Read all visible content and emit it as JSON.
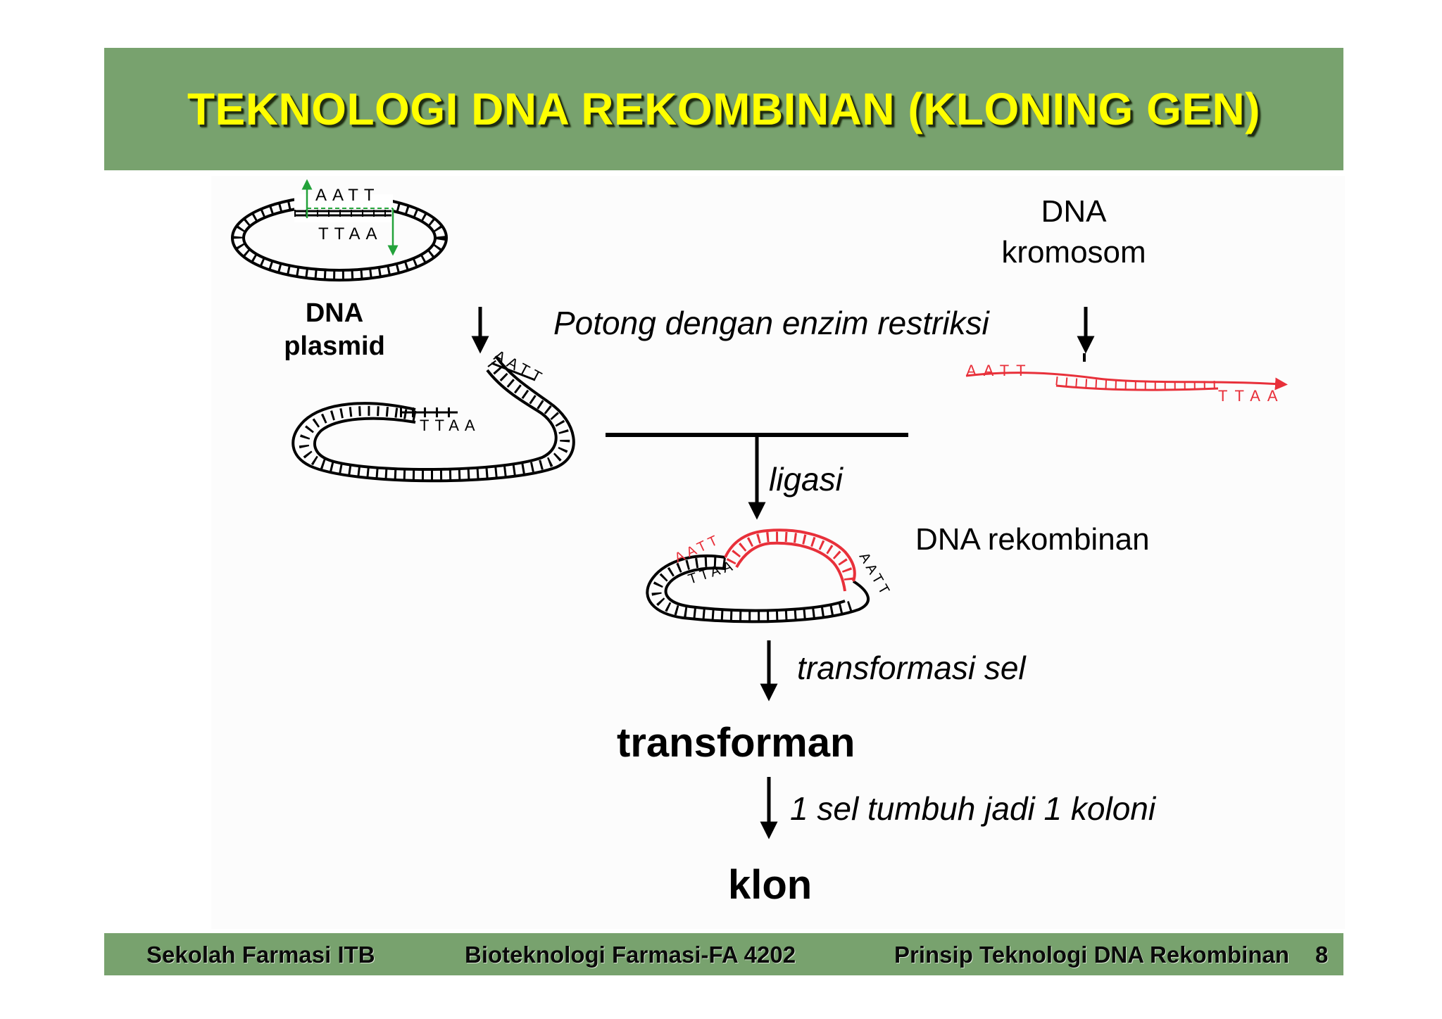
{
  "header": {
    "title": "TEKNOLOGI DNA REKOMBINAN (KLONING GEN)"
  },
  "colors": {
    "header_bg": "#78a26e",
    "title_text": "#ffff00",
    "chromosome_dna": "#e8303a",
    "marker_green": "#23a23a"
  },
  "diagram": {
    "plasmid_label": {
      "line1": "DNA",
      "line2": "plasmid"
    },
    "chromosome_label": {
      "line1": "DNA",
      "line2": "kromosom"
    },
    "step_cut": "Potong dengan enzim restriksi",
    "step_ligation": "ligasi",
    "recombinant_label": "DNA rekombinan",
    "step_transformation": "transformasi sel",
    "transformant": "transforman",
    "step_colony": "1 sel tumbuh jadi 1 koloni",
    "clone": "klon",
    "sticky_end_top": "AATT",
    "sticky_end_bottom": "TTAA"
  },
  "footer": {
    "left": "Sekolah Farmasi ITB",
    "center": "Bioteknologi Farmasi-FA 4202",
    "right": "Prinsip Teknologi DNA Rekombinan",
    "page_number": "8"
  }
}
